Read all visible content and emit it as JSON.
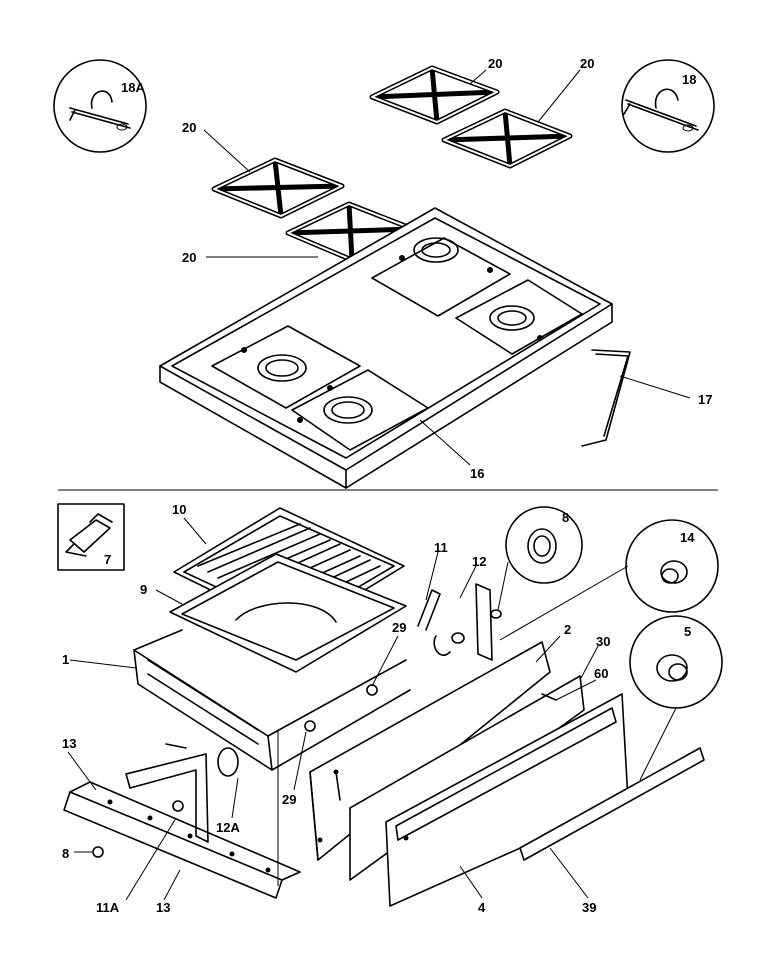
{
  "labels": {
    "l18a": "18A",
    "l18": "18",
    "l20a": "20",
    "l20b": "20",
    "l20c": "20",
    "l20d": "20",
    "l16": "16",
    "l17": "17",
    "l7": "7",
    "l10": "10",
    "l9": "9",
    "l1": "1",
    "l11": "11",
    "l12": "12",
    "l8top": "8",
    "l14": "14",
    "l2": "2",
    "l30": "30",
    "l60": "60",
    "l5": "5",
    "l29a": "29",
    "l29b": "29",
    "l13a": "13",
    "l12a": "12A",
    "l8bot": "8",
    "l11a": "11A",
    "l13b": "13",
    "l4": "4",
    "l39": "39"
  }
}
